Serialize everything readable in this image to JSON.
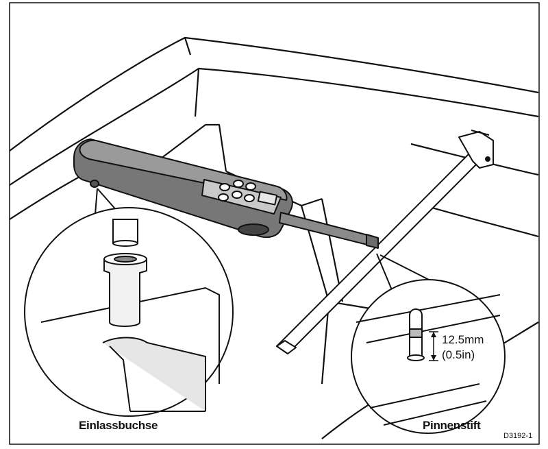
{
  "labels": {
    "socket": "Einlassbuchse",
    "tiller_pin": "Pinnenstift",
    "dimension_mm": "12.5mm",
    "dimension_in": "(0.5in)",
    "drawing_code": "D3192-1"
  },
  "colors": {
    "line": "#111111",
    "dark_gray": "#6b6b6b",
    "mid_gray": "#8f8f8f",
    "light_gray": "#cfcfcf",
    "paper": "#ffffff"
  }
}
